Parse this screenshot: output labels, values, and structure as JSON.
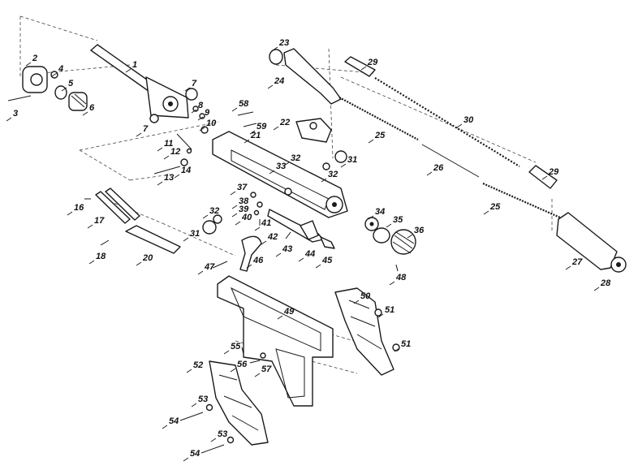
{
  "labels": [
    "1",
    "2",
    "3",
    "4",
    "5",
    "6",
    "7",
    "7",
    "8",
    "9",
    "10",
    "11",
    "12",
    "13",
    "14",
    "16",
    "17",
    "18",
    "20",
    "21",
    "22",
    "23",
    "24",
    "25",
    "25",
    "26",
    "27",
    "28",
    "29",
    "29",
    "30",
    "31",
    "31",
    "32",
    "32",
    "32",
    "33",
    "34",
    "35",
    "36",
    "37",
    "38",
    "39",
    "40",
    "41",
    "42",
    "43",
    "44",
    "45",
    "46",
    "47",
    "48",
    "49",
    "50",
    "51",
    "51",
    "52",
    "53",
    "53",
    "54",
    "54",
    "55",
    "56",
    "57",
    "58",
    "59"
  ],
  "colors": {
    "ink": "#1a1a1a",
    "paper": "#ffffff"
  }
}
